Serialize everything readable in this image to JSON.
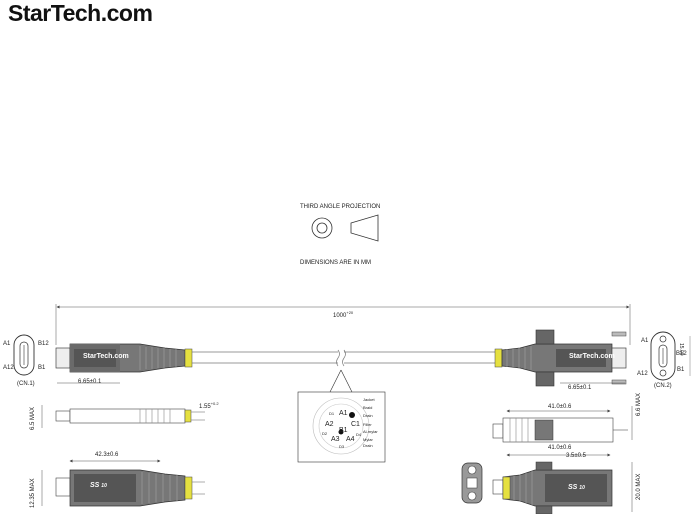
{
  "brand": {
    "logo_text": "StarTech.com"
  },
  "projection": {
    "label": "THIRD ANGLE PROJECTION"
  },
  "units_note": "DIMENSIONS ARE IN MM",
  "overall_length": {
    "value": "1000",
    "tol_plus": "+20",
    "tol_minus": "-0"
  },
  "connector1": {
    "label": "(CN.1)",
    "pin_a1": "A1",
    "pin_a12": "A12",
    "pin_b12": "B12",
    "pin_b1": "B1",
    "plug_len": "6.65±0.1",
    "thickness": "6.5 MAX",
    "tip_len": "1.55",
    "tip_tol": "+0.2",
    "body_len": "42.3±0.6",
    "body_height": "12.35 MAX",
    "overmold_logo": "StarTech.com",
    "usb_logo": "SS",
    "usb_num": "10"
  },
  "connector2": {
    "label": "(CN.2)",
    "pin_a1": "A1",
    "pin_a12": "A12",
    "pin_b12": "B12",
    "pin_b1": "B1",
    "face_dim": "15.00",
    "plug_len": "6.65±0.1",
    "thickness": "6.6 MAX",
    "body_len_top": "41.0±0.6",
    "body_len_bottom": "41.0±0.6",
    "screw_dim": "3.5±0.5",
    "body_height": "20.0 MAX",
    "overmold_logo": "StarTech.com",
    "usb_logo": "SS",
    "usb_num": "10"
  },
  "cross_section": {
    "pins": [
      "A1",
      "A2",
      "B1",
      "C1",
      "A3",
      "A4"
    ],
    "small": [
      "D1",
      "D2",
      "D3",
      "D4"
    ],
    "legend": [
      "Jacket",
      "Braid",
      "Drain",
      "Filler",
      "Al-mylar",
      "Mylar",
      "Drain"
    ]
  }
}
